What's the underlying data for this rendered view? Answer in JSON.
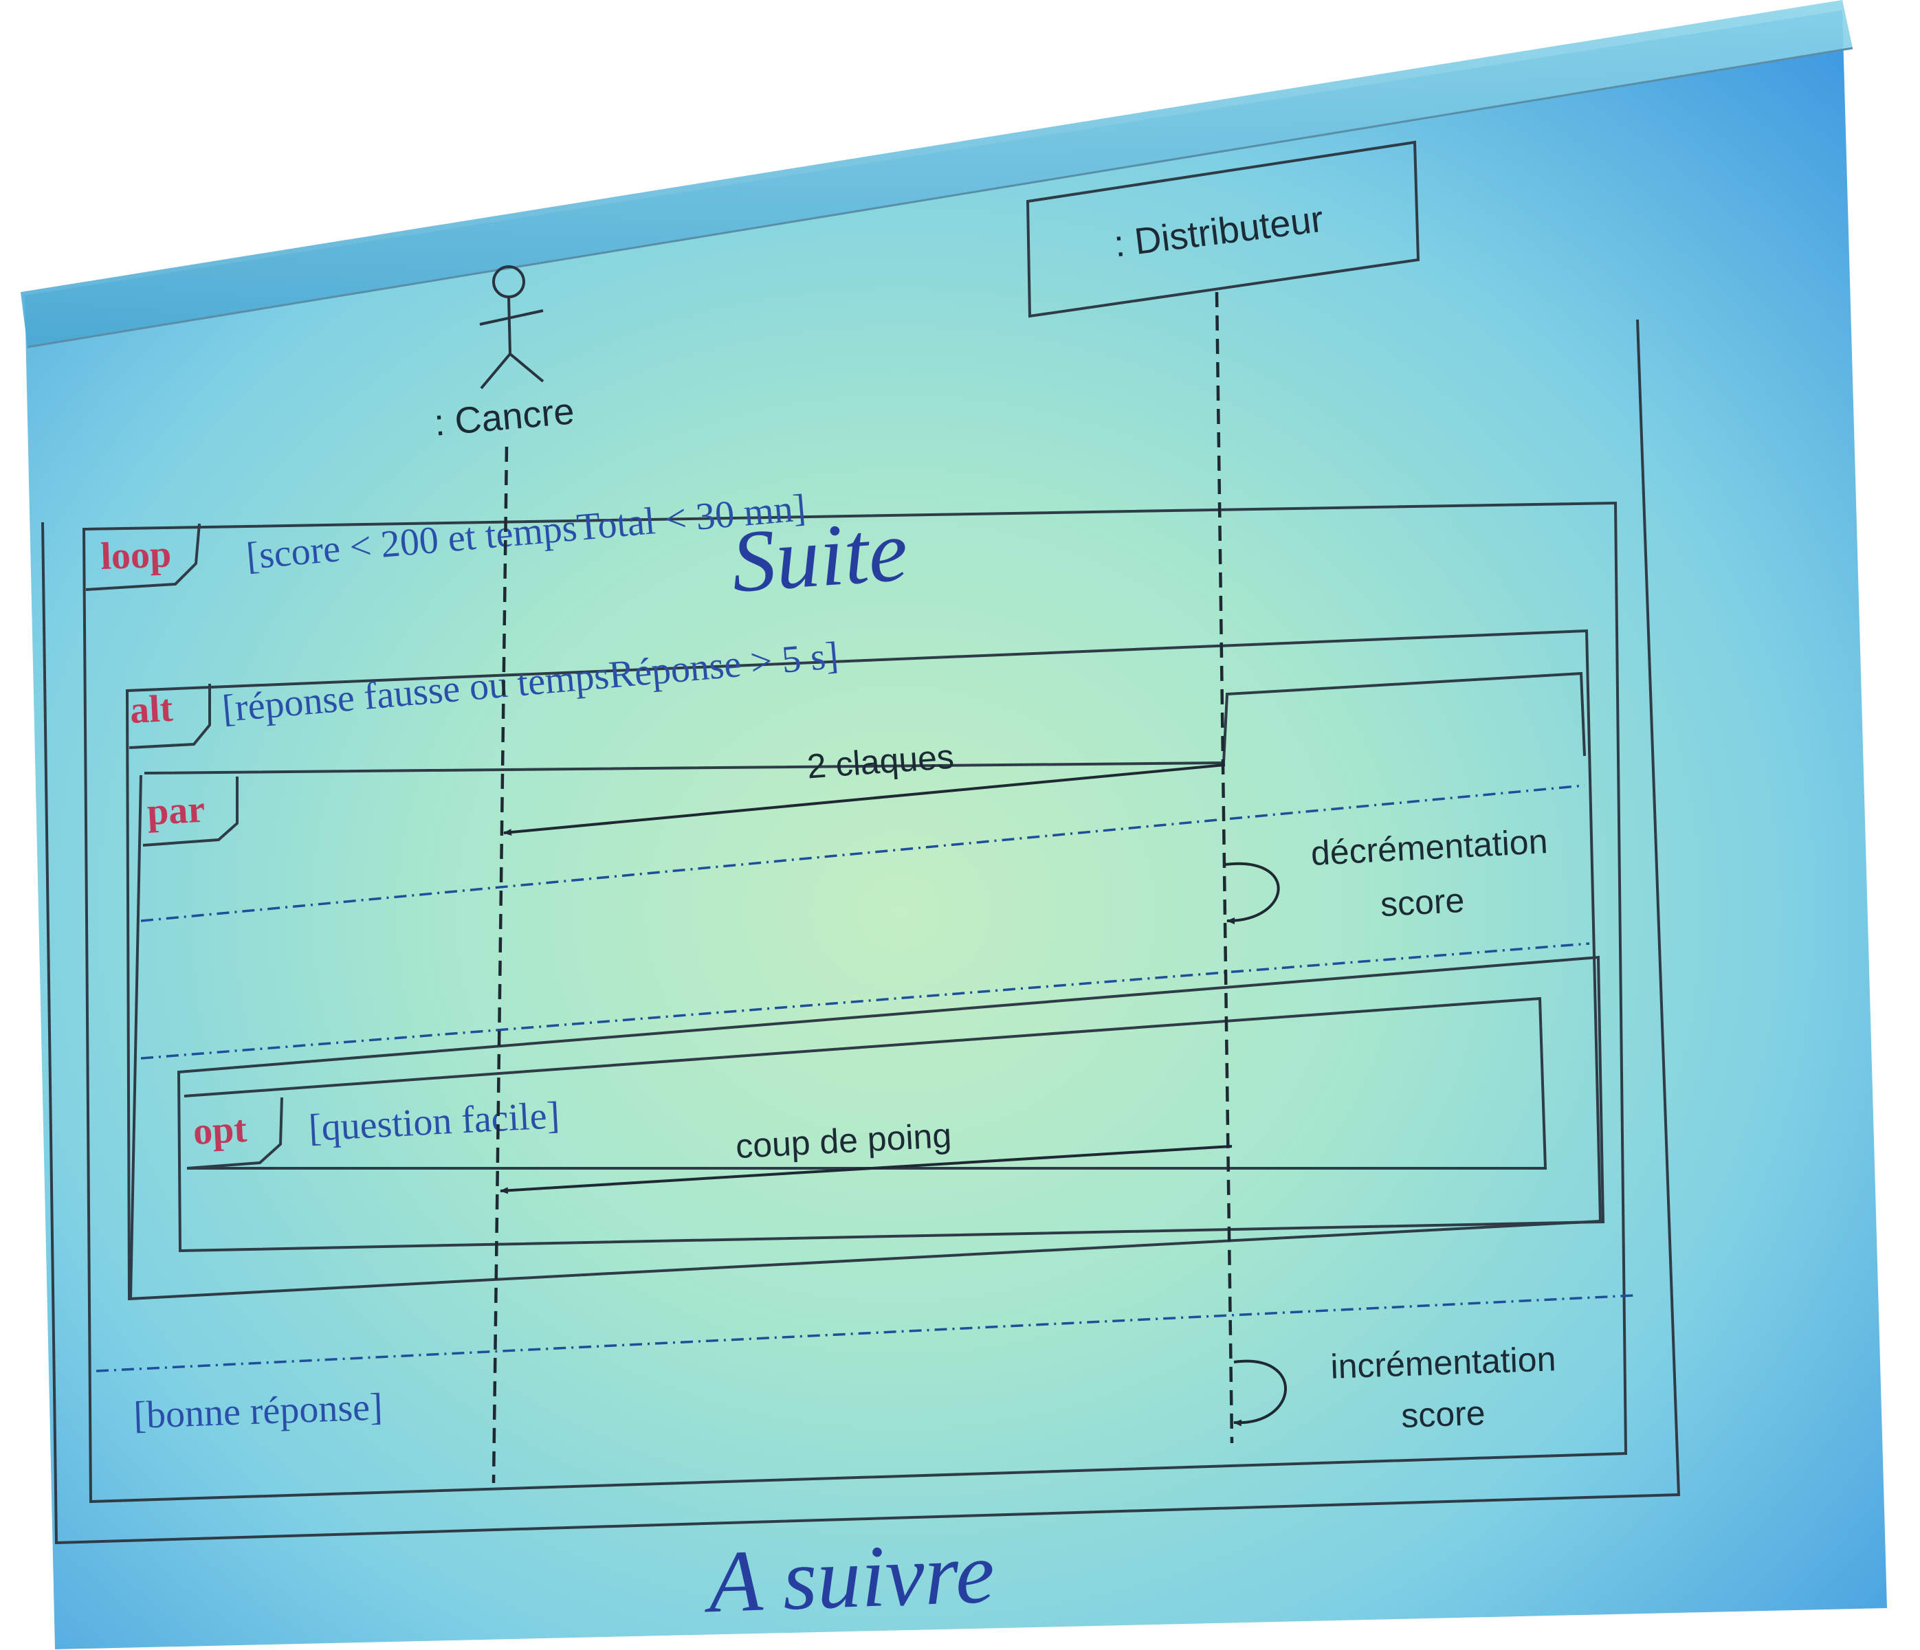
{
  "slide": {
    "title": "Suite",
    "footer": "A suivre"
  },
  "actors": {
    "cancre": {
      "label": ": Cancre",
      "kind": "stick-figure"
    },
    "distributeur": {
      "label": ": Distributeur",
      "kind": "object-box"
    }
  },
  "fragments": {
    "loop": {
      "keyword": "loop",
      "guard": "[score < 200 et tempsTotal < 30 mn]"
    },
    "alt": {
      "keyword": "alt",
      "guard": "[réponse fausse ou tempsRéponse > 5 s]",
      "else_guard": "[bonne réponse]"
    },
    "par": {
      "keyword": "par"
    },
    "opt": {
      "keyword": "opt",
      "guard": "[question facile]"
    }
  },
  "messages": {
    "claques": "2 claques",
    "decrementation_line1": "décrémentation",
    "decrementation_line2": "score",
    "coup_de_poing": "coup de poing",
    "incrementation_line1": "incrémentation",
    "incrementation_line2": "score"
  },
  "colors": {
    "keyword": "#c0395a",
    "guard": "#2b4fa8",
    "title": "#263e9e",
    "screen_blue": "#3f9fe0",
    "screen_mint": "#bdebc6"
  }
}
